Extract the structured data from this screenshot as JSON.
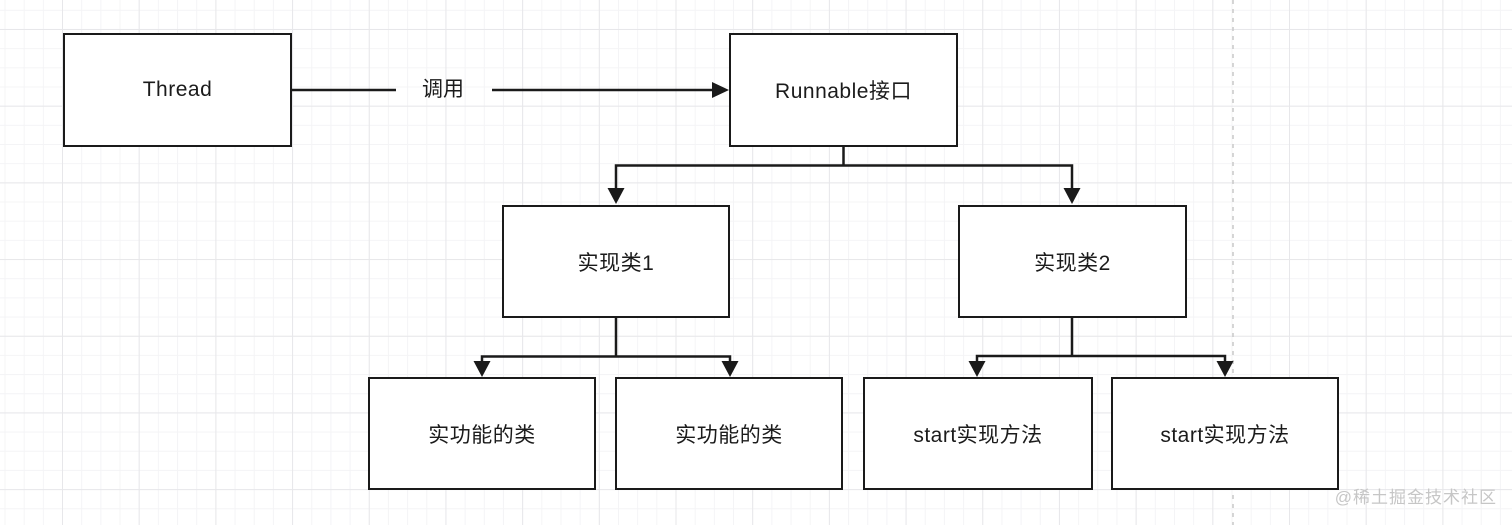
{
  "diagram": {
    "type": "flowchart",
    "nodes": [
      {
        "id": "thread",
        "label": "Thread"
      },
      {
        "id": "runnable",
        "label": "Runnable接口"
      },
      {
        "id": "impl1",
        "label": "实现类1"
      },
      {
        "id": "impl2",
        "label": "实现类2"
      },
      {
        "id": "func-left",
        "label": "实功能的类"
      },
      {
        "id": "func-right",
        "label": "实功能的类"
      },
      {
        "id": "start-left",
        "label": "start实现方法"
      },
      {
        "id": "start-right",
        "label": "start实现方法"
      }
    ],
    "edges": [
      {
        "from": "thread",
        "to": "runnable",
        "label": "调用"
      },
      {
        "from": "runnable",
        "to": "impl1",
        "label": ""
      },
      {
        "from": "runnable",
        "to": "impl2",
        "label": ""
      },
      {
        "from": "impl1",
        "to": "func-left",
        "label": ""
      },
      {
        "from": "impl1",
        "to": "func-right",
        "label": ""
      },
      {
        "from": "impl2",
        "to": "start-left",
        "label": ""
      },
      {
        "from": "impl2",
        "to": "start-right",
        "label": ""
      }
    ],
    "colors": {
      "stroke": "#1a1a1a",
      "node_fill": "#ffffff",
      "grid_minor": "#f4f4f6",
      "grid_major": "#e7e7ea",
      "dashed_guide": "#c9c9c9",
      "watermark": "#c6c6c6"
    }
  },
  "watermark": {
    "text": "@稀土掘金技术社区"
  }
}
